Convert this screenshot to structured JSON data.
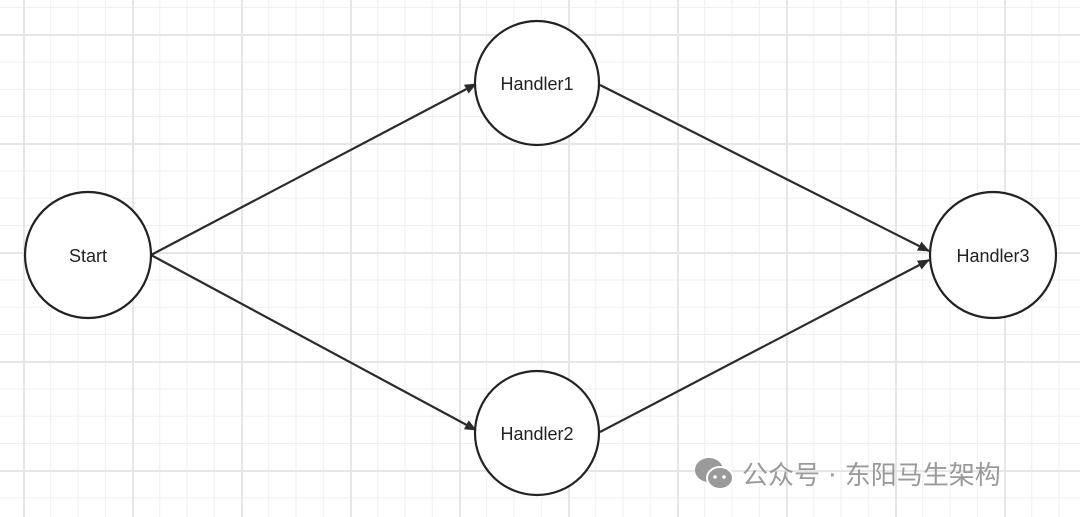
{
  "diagram": {
    "nodes": [
      {
        "id": "start",
        "label": "Start"
      },
      {
        "id": "h1",
        "label": "Handler1"
      },
      {
        "id": "h2",
        "label": "Handler2"
      },
      {
        "id": "h3",
        "label": "Handler3"
      }
    ],
    "edges": [
      {
        "from": "start",
        "to": "h1"
      },
      {
        "from": "start",
        "to": "h2"
      },
      {
        "from": "h1",
        "to": "h3"
      },
      {
        "from": "h2",
        "to": "h3"
      }
    ]
  },
  "watermark": {
    "icon": "wechat-icon",
    "text": "公众号 · 东阳马生架构"
  }
}
